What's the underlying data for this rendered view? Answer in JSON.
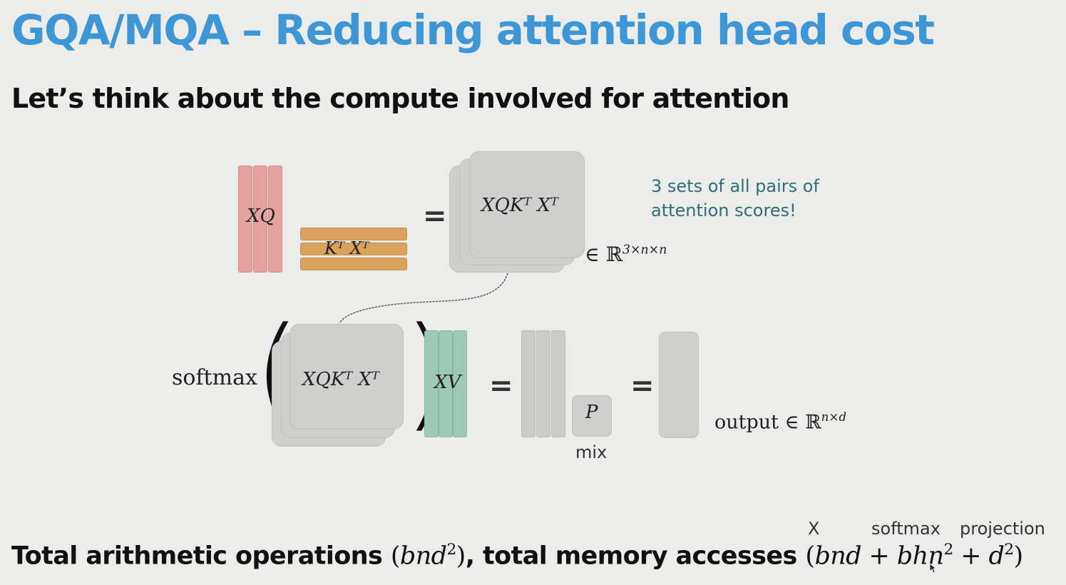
{
  "title": "GQA/MQA – Reducing attention head cost",
  "subtitle": "Let’s think about the compute involved for attention",
  "diagram": {
    "xq_label": "XQ",
    "kt_xt_label": "Kᵀ Xᵀ",
    "equals": "=",
    "scores_label": "XQKᵀ Xᵀ",
    "scores_space_prefix": "∈ ℝ",
    "scores_space_exp": "3×n×n",
    "note_line1": "3 sets of all pairs of",
    "note_line2": "attention scores!",
    "softmax_label": "softmax",
    "paren_open": "(",
    "paren_close": ")",
    "inner_scores_label": "XQKᵀ Xᵀ",
    "xv_label": "XV",
    "p_label": "P",
    "mix_label": "mix",
    "output_prefix": "output ∈ ℝ",
    "output_exp": "n×d"
  },
  "bottom": {
    "label_x": "X",
    "label_softmax": "softmax",
    "label_projection": "projection",
    "ops_text": "Total arithmetic operations ",
    "ops_open": "(",
    "ops_math": "bnd",
    "ops_exp": "2",
    "ops_close": ")",
    "mem_text": ", total memory accesses ",
    "mem_open": "(",
    "mem_term1": "bnd",
    "plus1": " + ",
    "mem_term2": "bhn",
    "mem_term2_exp": "2",
    "plus2": " + ",
    "mem_term3": "d",
    "mem_term3_exp": "2",
    "mem_close": ")"
  },
  "colors": {
    "title": "#3d96d6",
    "xq": "#e6a2a0",
    "kx": "#d9a35e",
    "xv": "#9ccab7",
    "grey": "#cbcbc9",
    "note": "#2e6f78"
  }
}
